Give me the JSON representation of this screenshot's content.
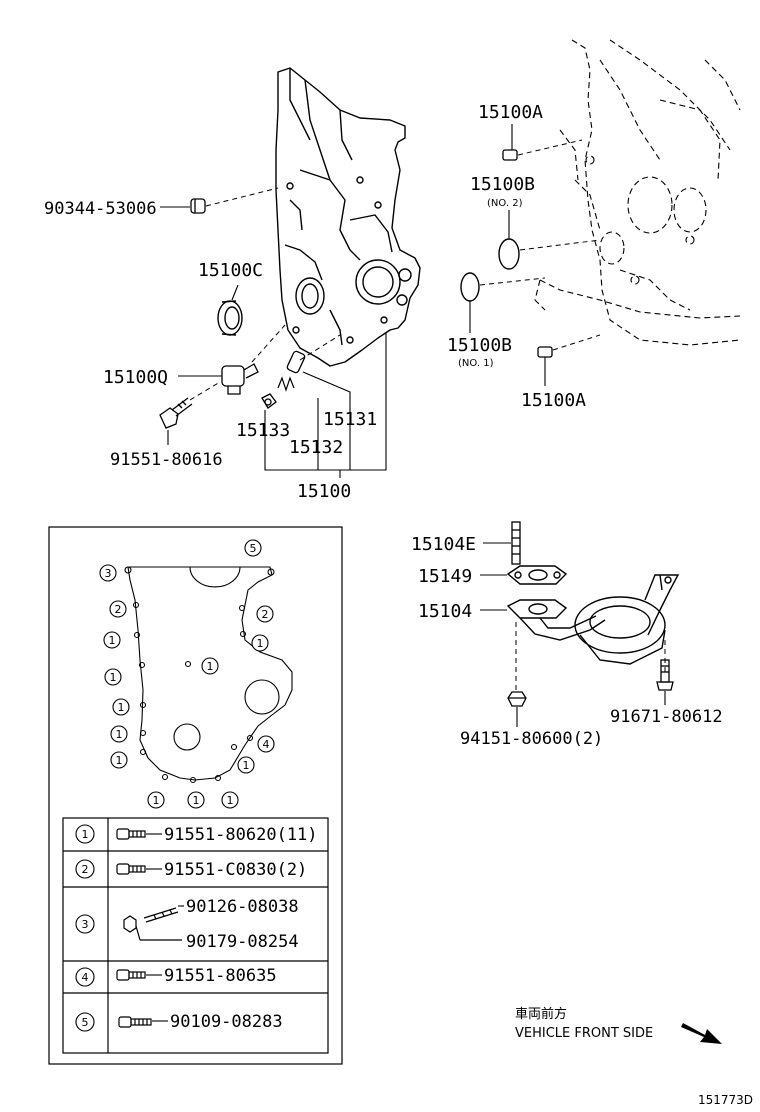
{
  "parts": {
    "p_90344": "90344-53006",
    "p_15100C": "15100C",
    "p_15100Q": "15100Q",
    "p_91551_80616": "91551-80616",
    "p_15133": "15133",
    "p_15132": "15132",
    "p_15131": "15131",
    "p_15100": "15100",
    "p_15100A_top": "15100A",
    "p_15100B_top": "15100B",
    "p_15100B_top_note": "(NO. 2)",
    "p_15100B_bot": "15100B",
    "p_15100B_bot_note": "(NO. 1)",
    "p_15100A_bot": "15100A",
    "p_15104E": "15104E",
    "p_15149": "15149",
    "p_15104": "15104",
    "p_94151": "94151-80600(2)",
    "p_91671": "91671-80612"
  },
  "inset_callouts": [
    "5",
    "3",
    "2",
    "2",
    "1",
    "1",
    "1",
    "1",
    "1",
    "1",
    "1",
    "1",
    "1",
    "1",
    "4",
    "1",
    "1",
    "1",
    "1"
  ],
  "bolt_table": [
    {
      "key": "1",
      "codes": [
        "91551-80620(11)"
      ]
    },
    {
      "key": "2",
      "codes": [
        "91551-C0830(2)"
      ]
    },
    {
      "key": "3",
      "codes": [
        "90126-08038",
        "90179-08254"
      ]
    },
    {
      "key": "4",
      "codes": [
        "91551-80635"
      ]
    },
    {
      "key": "5",
      "codes": [
        "90109-08283"
      ]
    }
  ],
  "direction": {
    "jp": "車両前方",
    "en": "VEHICLE FRONT SIDE"
  },
  "figure_number": "151773D"
}
